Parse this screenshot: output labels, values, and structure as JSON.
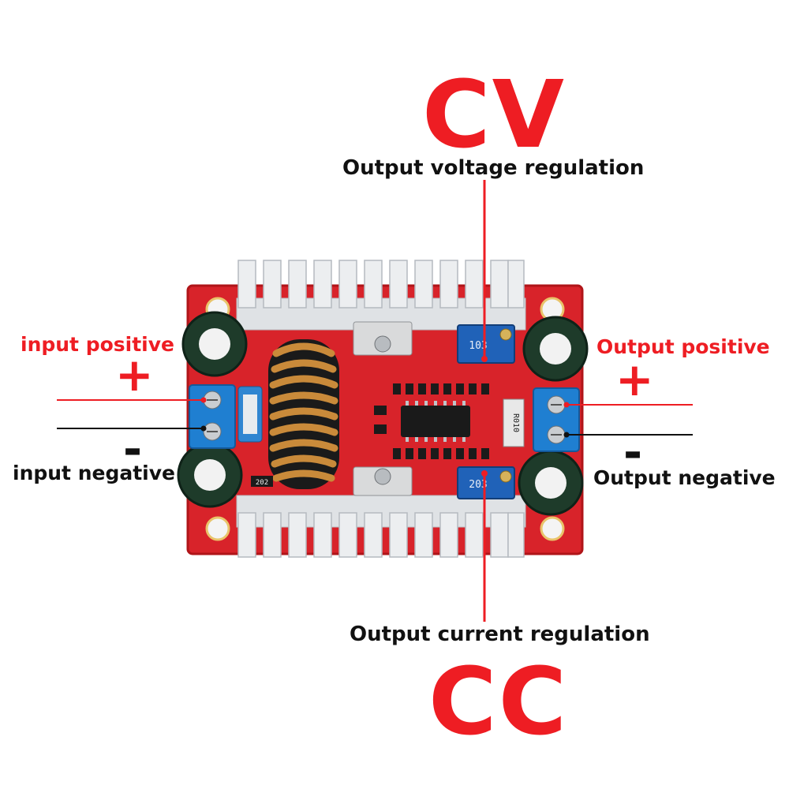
{
  "cv": {
    "title": "CV",
    "subtitle": "Output voltage regulation"
  },
  "cc": {
    "title": "CC",
    "subtitle": "Output current regulation"
  },
  "input": {
    "positive_label": "input positive",
    "positive_sign": "+",
    "negative_label": "input negative",
    "negative_sign": "-"
  },
  "output": {
    "positive_label": "Output positive",
    "positive_sign": "+",
    "negative_label": "Output negative",
    "negative_sign": "-"
  },
  "board": {
    "pot_top_marking": "103",
    "pot_bottom_marking": "203",
    "resistor_marking": "R010",
    "small_resistor_marking": "202"
  },
  "colors": {
    "accent_red": "#ee1d23",
    "pcb_red": "#d8232a",
    "heatsink": "#e6e8ea",
    "terminal_blue": "#1f7fd1",
    "copper": "#c98a3a"
  }
}
